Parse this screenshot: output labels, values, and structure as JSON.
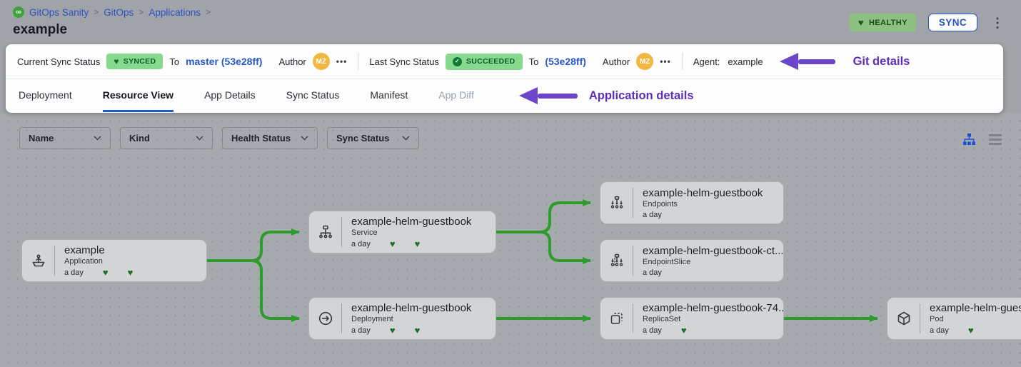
{
  "icons": {
    "heart": "♥",
    "kebab": "⋮",
    "more": "•••",
    "logo": "∞",
    "check": "✓"
  },
  "breadcrumb": {
    "separator": ">",
    "items": [
      "GitOps Sanity",
      "GitOps",
      "Applications"
    ]
  },
  "header": {
    "title": "example",
    "health_status": "HEALTHY",
    "sync_button": "SYNC"
  },
  "sync_bar": {
    "current_label": "Current Sync Status",
    "current_status": "SYNCED",
    "current_to": "To",
    "current_revision": "master (53e28ff)",
    "current_author_label": "Author",
    "current_author": "MZ",
    "last_label": "Last Sync Status",
    "last_status": "SUCCEEDED",
    "last_to": "To",
    "last_revision": "(53e28ff)",
    "last_author_label": "Author",
    "last_author": "MZ",
    "agent_label": "Agent:",
    "agent_value": "example",
    "annotation": "Git details"
  },
  "tabs": {
    "items": [
      "Deployment",
      "Resource View",
      "App Details",
      "Sync Status",
      "Manifest",
      "App Diff"
    ],
    "active": "Resource View",
    "annotation": "Application details"
  },
  "filters": [
    {
      "label": "Name"
    },
    {
      "label": "Kind"
    },
    {
      "label": "Health Status"
    },
    {
      "label": "Sync Status"
    }
  ],
  "tree": {
    "nodes": [
      {
        "title": "example",
        "kind": "Application",
        "age": "a day",
        "hearts": 2
      },
      {
        "title": "example-helm-guestbook",
        "kind": "Service",
        "age": "a day",
        "hearts": 2
      },
      {
        "title": "example-helm-guestbook",
        "kind": "Deployment",
        "age": "a day",
        "hearts": 2
      },
      {
        "title": "example-helm-guestbook",
        "kind": "Endpoints",
        "age": "a day",
        "hearts": 0
      },
      {
        "title": "example-helm-guestbook-ct...",
        "kind": "EndpointSlice",
        "age": "a day",
        "hearts": 0
      },
      {
        "title": "example-helm-guestbook-74...",
        "kind": "ReplicaSet",
        "age": "a day",
        "hearts": 1
      },
      {
        "title": "example-helm-guest",
        "kind": "Pod",
        "age": "a day",
        "hearts": 1
      }
    ]
  },
  "colors": {
    "accent_blue": "#2859c8",
    "badge_green": "#86d98f",
    "edge_green": "#2d9c2d",
    "annotation_purple": "#6b46c8",
    "avatar_orange": "#f2b741"
  }
}
